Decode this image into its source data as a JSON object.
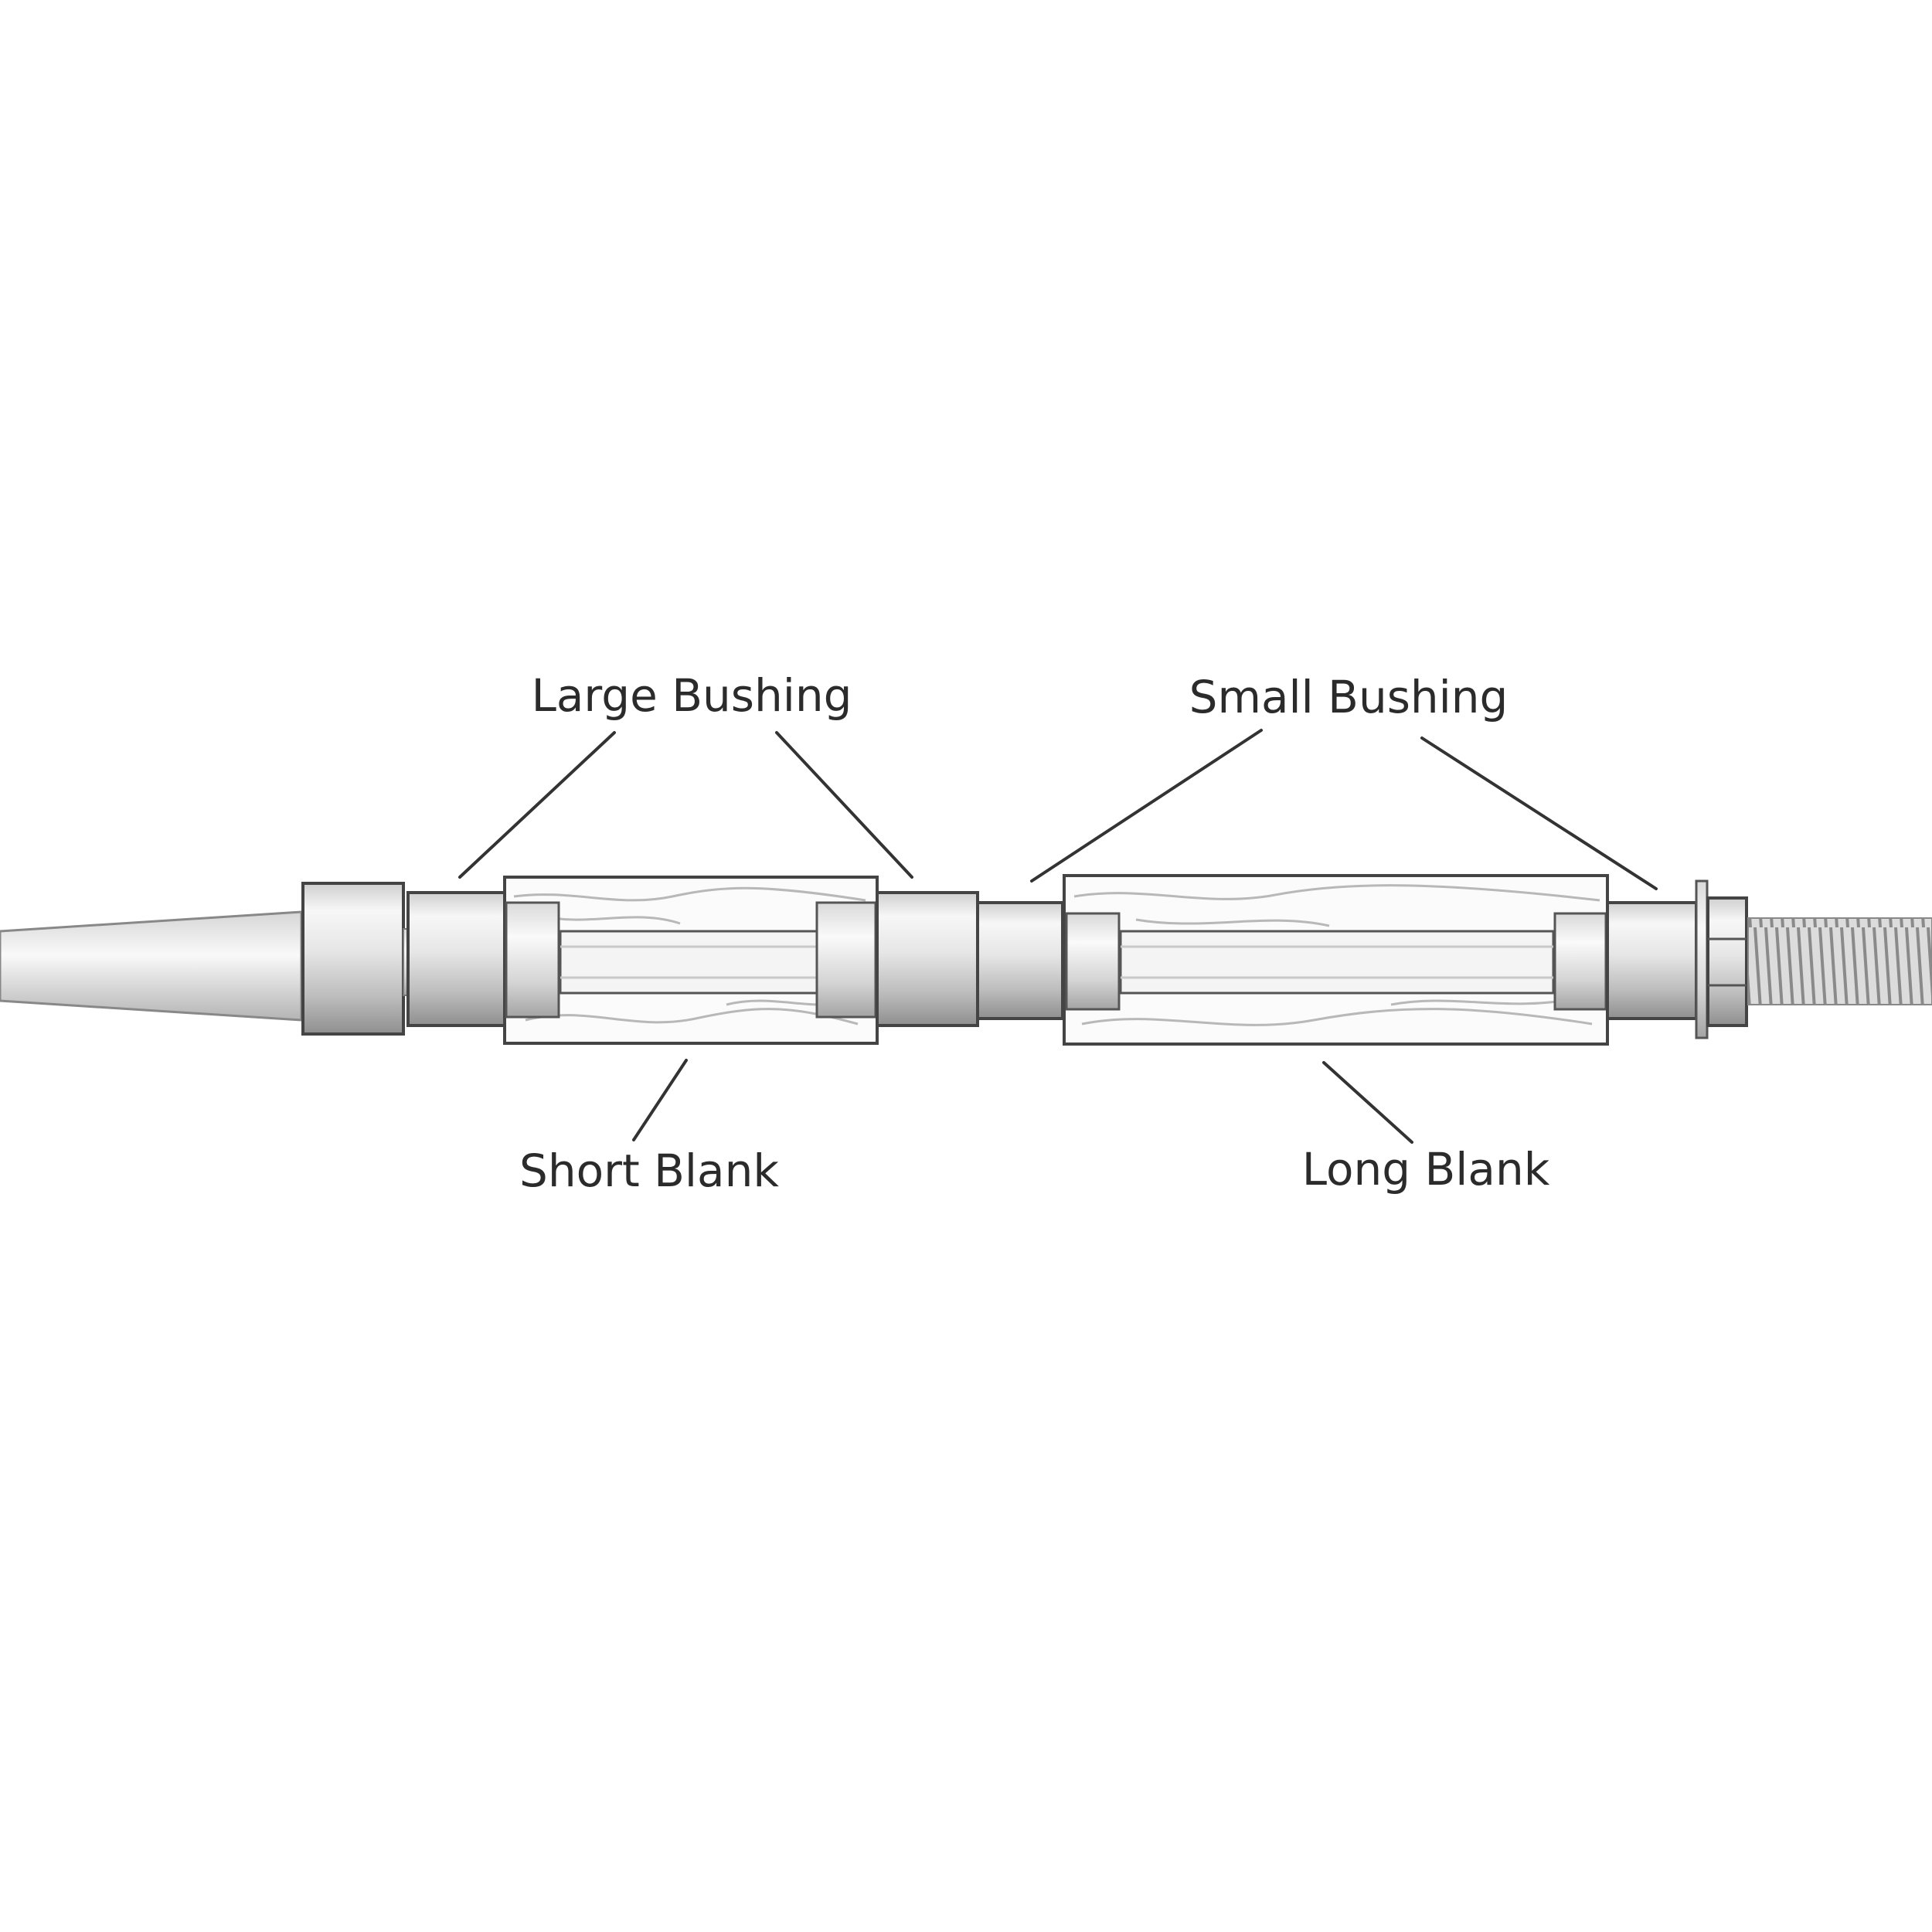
{
  "labels": {
    "large_bushing": "Large Bushing",
    "small_bushing": "Small Bushing",
    "short_blank": "Short Blank",
    "long_blank": "Long Blank"
  },
  "colors": {
    "metal_light": "#f2f2f2",
    "metal_mid": "#d0d0d0",
    "metal_dark": "#9a9a9a",
    "outline": "#444444",
    "blank_fill": "#fbfbfb"
  }
}
